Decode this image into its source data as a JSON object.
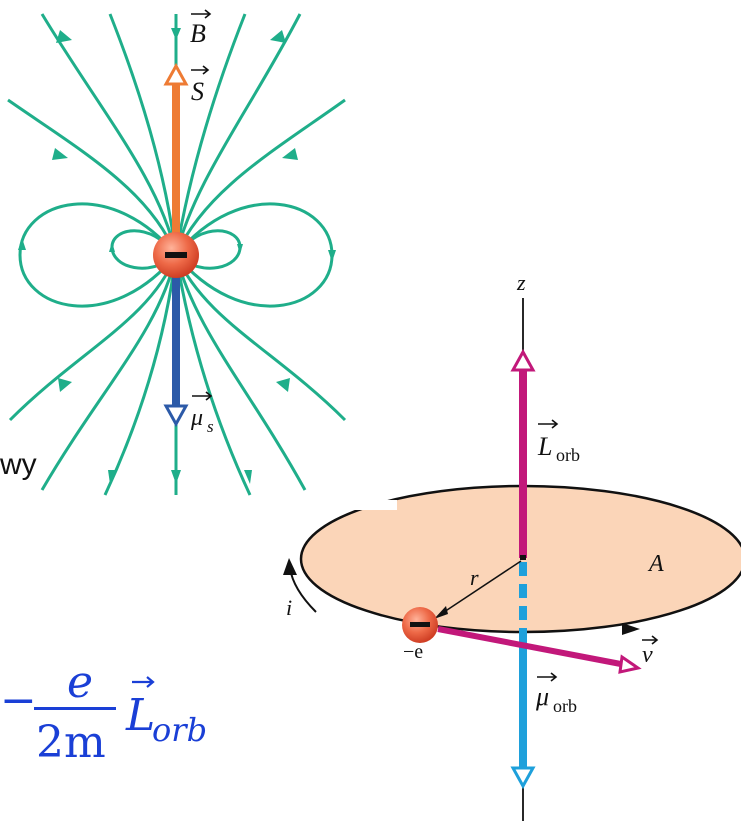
{
  "colors": {
    "field_line": "#1fae8a",
    "spin_arrow": "#ee7b34",
    "moment_arrow": "#2c5aa8",
    "orbit_arrow": "#c2187a",
    "orbit_moment": "#1ea0db",
    "disk_fill": "#fbd5b8",
    "electron": "#e8553a",
    "formula": "#1a3fd6"
  },
  "spin_diagram": {
    "field_label": "B",
    "spin_label": "S",
    "moment_label": "μ",
    "moment_sub": "s",
    "electron_sign": "–"
  },
  "orbit_diagram": {
    "axis_label": "z",
    "angular_label": "L",
    "angular_sub": "orb",
    "moment_label": "μ",
    "moment_sub": "orb",
    "radius_label": "r",
    "area_label": "A",
    "current_label": "i",
    "velocity_label": "v",
    "charge_label": "−e"
  },
  "partial_text": "wy",
  "formula": {
    "minus": "−",
    "numerator": "e",
    "denominator": "2m",
    "vector": "L",
    "vector_sub": "orb"
  }
}
